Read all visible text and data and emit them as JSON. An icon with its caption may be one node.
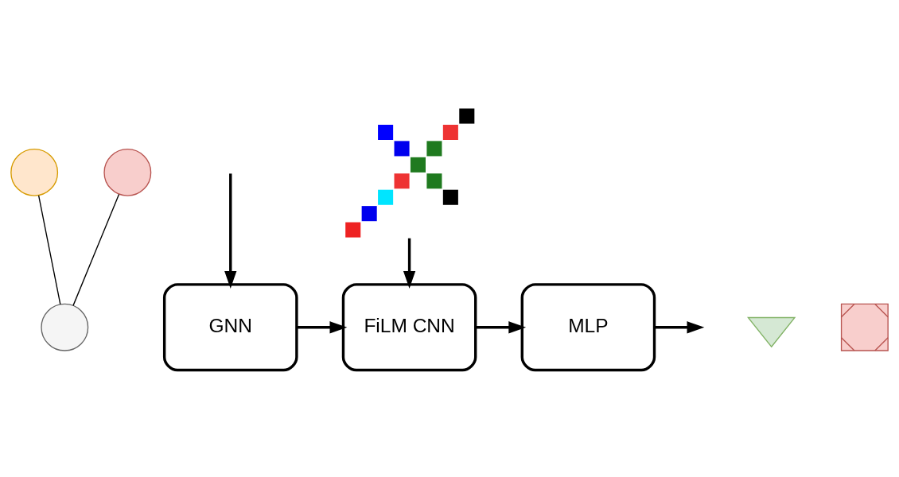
{
  "diagram": {
    "nodes": [
      {
        "text": [],
        "shape": "circle"
      },
      {
        "text": [],
        "shape": "circle"
      },
      {
        "text": [],
        "shape": "circle"
      },
      {
        "text": [],
        "shape": "picture"
      },
      {
        "text": [
          "GNN"
        ]
      },
      {
        "text": [
          "FiLM CNN"
        ]
      },
      {
        "text": [
          "MLP"
        ]
      },
      {
        "text": [],
        "shape": "picture"
      },
      {
        "text": [],
        "shape": "picture"
      }
    ],
    "edges": [
      {
        "from": 0,
        "to": 1,
        "arrow": "none"
      },
      {
        "from": 2,
        "to": 1,
        "arrow": "none"
      },
      {
        "from": null,
        "to": 4,
        "arrow": "to"
      },
      {
        "from": 3,
        "to": 5,
        "arrow": "to"
      },
      {
        "from": 4,
        "to": 5,
        "arrow": "to"
      },
      {
        "from": 5,
        "to": 6,
        "arrow": "to"
      },
      {
        "from": 6,
        "to": null,
        "arrow": "to"
      }
    ]
  }
}
